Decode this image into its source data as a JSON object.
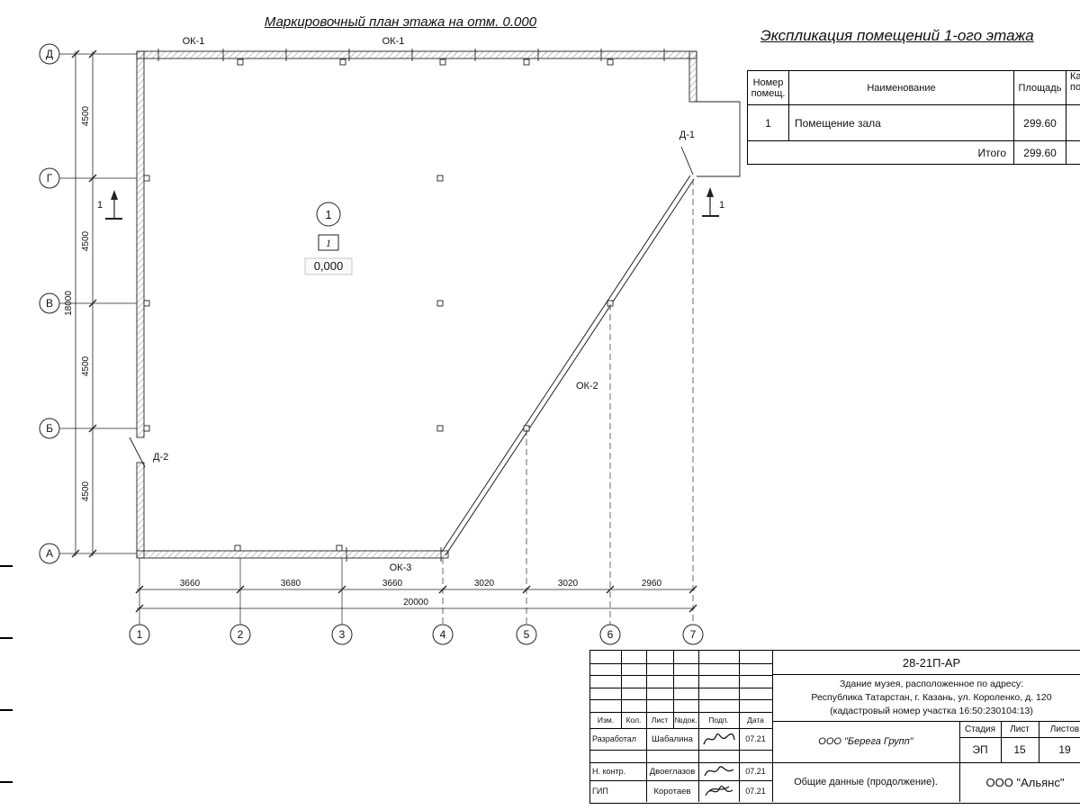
{
  "plan": {
    "title": "Маркировочный план этажа на отм. 0.000",
    "labels": {
      "ok1_a": "ОК-1",
      "ok1_b": "ОК-1",
      "ok2": "ОК-2",
      "ok3": "ОК-3",
      "d1": "Д-1",
      "d2": "Д-2",
      "room_circle": "1",
      "room_box": "1",
      "elevation": "0,000",
      "section_left": "1",
      "section_right": "1"
    },
    "axes": {
      "rows": [
        "Д",
        "Г",
        "В",
        "Б",
        "А"
      ],
      "cols": [
        "1",
        "2",
        "3",
        "4",
        "5",
        "6",
        "7"
      ]
    },
    "dims": {
      "left": [
        "4500",
        "4500",
        "4500",
        "4500"
      ],
      "left_total": "18000",
      "bottom": [
        "3660",
        "3680",
        "3660",
        "3020",
        "3020",
        "2960"
      ],
      "bottom_total": "20000"
    }
  },
  "explication": {
    "heading": "Экспликация помещений 1-ого этажа",
    "header": {
      "number_l1": "Номер",
      "number_l2": "помещ.",
      "name": "Наименование",
      "area": "Площадь",
      "cat_l1": "Ка",
      "cat_l2": "по"
    },
    "rows": [
      {
        "number": "1",
        "name": "Помещение зала",
        "area": "299.60"
      }
    ],
    "total_label": "Итого",
    "total_area": "299.60"
  },
  "titleblock": {
    "code": "28-21П-АР",
    "desc_l1": "Здание музея, расположенное по адресу:",
    "desc_l2": "Республика Татарстан, г. Казань, ул. Короленко, д. 120",
    "desc_l3": "(кадастровый номер участка 16:50:230104:13)",
    "rev": [
      "Изм.",
      "Кол.",
      "Лист",
      "№док.",
      "Подп.",
      "Дата"
    ],
    "signs": [
      {
        "role": "Разработал",
        "name": "Шабалина",
        "date": "07.21"
      },
      {
        "role": "Н. контр.",
        "name": "Двоеглазов",
        "date": "07.21"
      },
      {
        "role": "ГИП",
        "name": "Коротаев",
        "date": "07.21"
      }
    ],
    "company": "ООО \"Берега Групп\"",
    "stage_label": "Стадия",
    "sheet_label": "Лист",
    "sheets_label": "Листов",
    "stage": "ЭП",
    "sheet": "15",
    "sheets": "19",
    "doc_title": "Общие данные (продолжение).",
    "company2": "ООО \"Альянс\""
  }
}
